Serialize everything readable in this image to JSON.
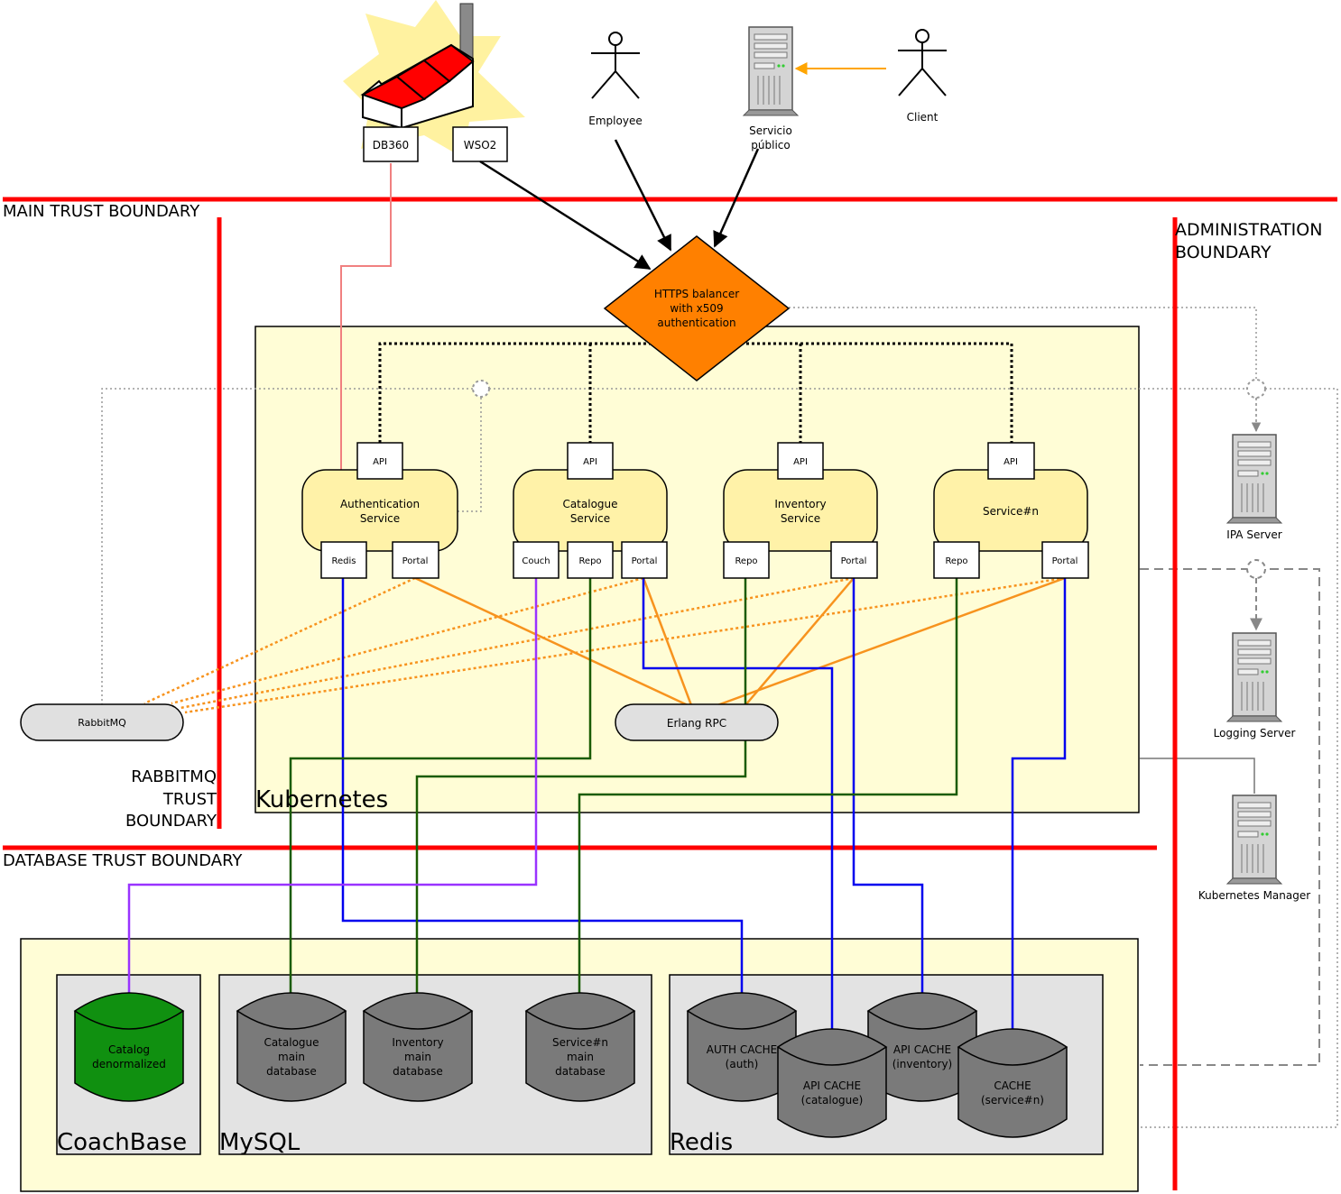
{
  "boundaries": {
    "main": "MAIN TRUST BOUNDARY",
    "administration": [
      "ADMINISTRATION",
      "BOUNDARY"
    ],
    "rabbitmq": [
      "RABBITMQ",
      "TRUST",
      "BOUNDARY"
    ],
    "database": "DATABASE TRUST BOUNDARY"
  },
  "external": {
    "db360": "DB360",
    "wso2": "WSO2",
    "employee": "Employee",
    "servicio_publico": [
      "Servicio",
      "público"
    ],
    "client": "Client"
  },
  "balancer": [
    "HTTPS balancer",
    "with x509",
    "authentication"
  ],
  "kubernetes": "Kubernetes",
  "services": {
    "auth": {
      "name": [
        "Authentication",
        "Service"
      ],
      "api": "API",
      "ports": [
        "Redis",
        "Portal"
      ]
    },
    "catalogue": {
      "name": [
        "Catalogue",
        "Service"
      ],
      "api": "API",
      "ports": [
        "Couch",
        "Repo",
        "Portal"
      ]
    },
    "inventory": {
      "name": [
        "Inventory",
        "Service"
      ],
      "api": "API",
      "ports": [
        "Repo",
        "Portal"
      ]
    },
    "servicen": {
      "name": [
        "Service#n"
      ],
      "api": "API",
      "ports": [
        "Repo",
        "Portal"
      ]
    }
  },
  "rabbitmq": "RabbitMQ",
  "erlang": "Erlang RPC",
  "servers": {
    "ipa": "IPA Server",
    "logging": "Logging Server",
    "k8s_manager": "Kubernetes Manager"
  },
  "groups": {
    "coachbase": "CoachBase",
    "mysql": "MySQL",
    "redis": "Redis"
  },
  "databases": {
    "catalog_denorm": [
      "Catalog",
      "denormalized"
    ],
    "catalogue_main": [
      "Catalogue",
      "main",
      "database"
    ],
    "inventory_main": [
      "Inventory",
      "main",
      "database"
    ],
    "servicen_main": [
      "Service#n",
      "main",
      "database"
    ],
    "auth_cache": [
      "AUTH CACHE",
      "(auth)"
    ],
    "api_cache_catalogue": [
      "API CACHE",
      "(catalogue)"
    ],
    "api_cache_inventory": [
      "API CACHE",
      "(inventory)"
    ],
    "cache_servicen": [
      "CACHE",
      "(service#n)"
    ]
  },
  "colors": {
    "boundary": "#ff0000",
    "kube_bg": "#fffdd6",
    "service_fill": "#fff2a8",
    "balancer": "#ff8000",
    "rpc": "#f7931e",
    "redis_link": "#0000ee",
    "mysql_link": "#1a5c00",
    "couch_link": "#9933ff",
    "db_link": "#f08080",
    "db_gray": "#7a7a7a",
    "couch_db": "#109010"
  }
}
